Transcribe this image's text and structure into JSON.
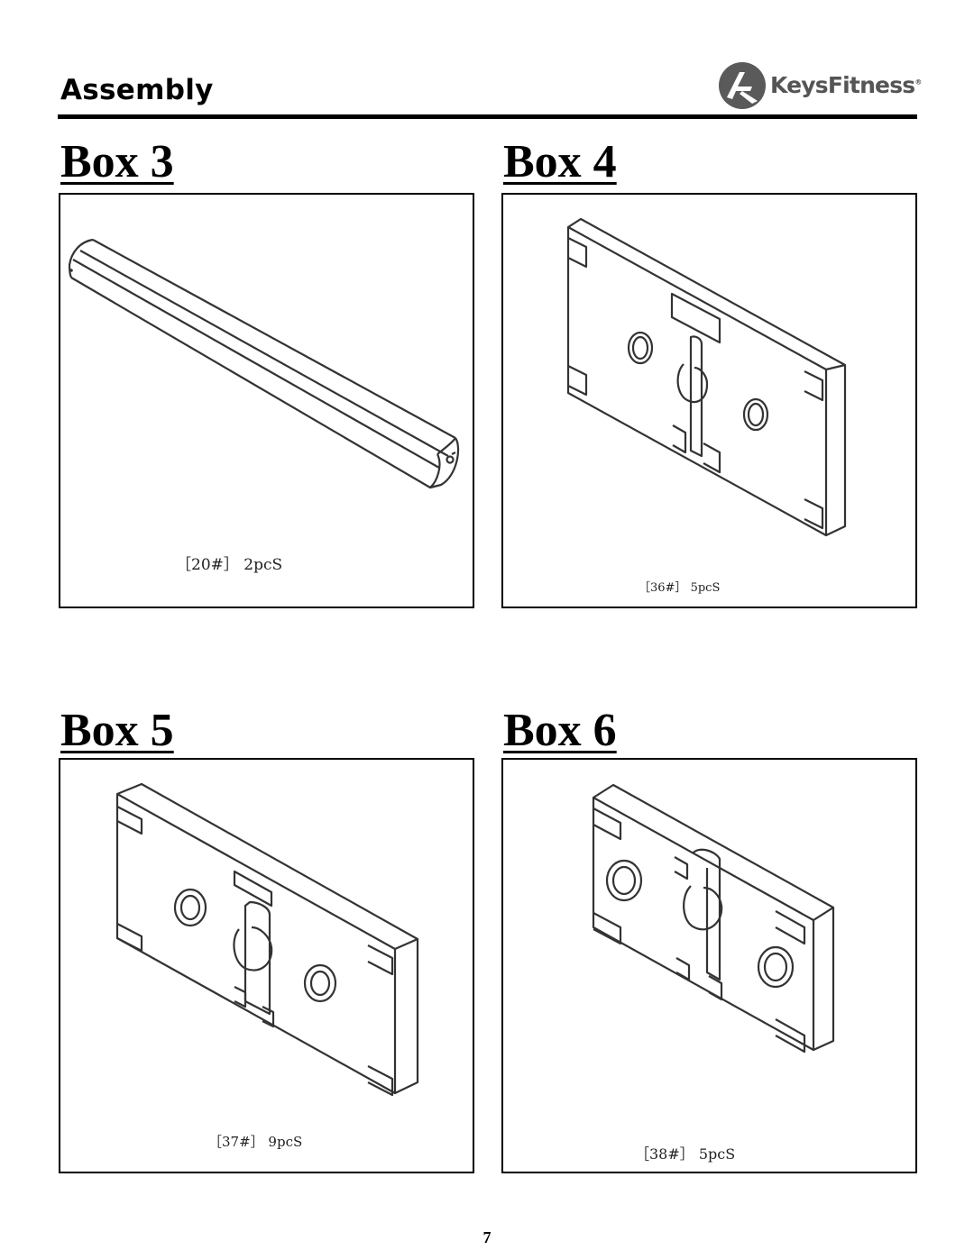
{
  "header": {
    "title": "Assembly",
    "brand": "KeysFitness",
    "brand_mark": "®"
  },
  "boxes": [
    {
      "heading": "Box 3",
      "caption": "［20#］ 2pcS",
      "illustration": "tube-icon"
    },
    {
      "heading": "Box 4",
      "caption": "［36#］ 5pcS",
      "illustration": "plate-icon"
    },
    {
      "heading": "Box 5",
      "caption": "［37#］ 9pcS",
      "illustration": "plate-icon"
    },
    {
      "heading": "Box 6",
      "caption": "［38#］ 5pcS",
      "illustration": "plate-icon"
    }
  ],
  "page_number": "7"
}
